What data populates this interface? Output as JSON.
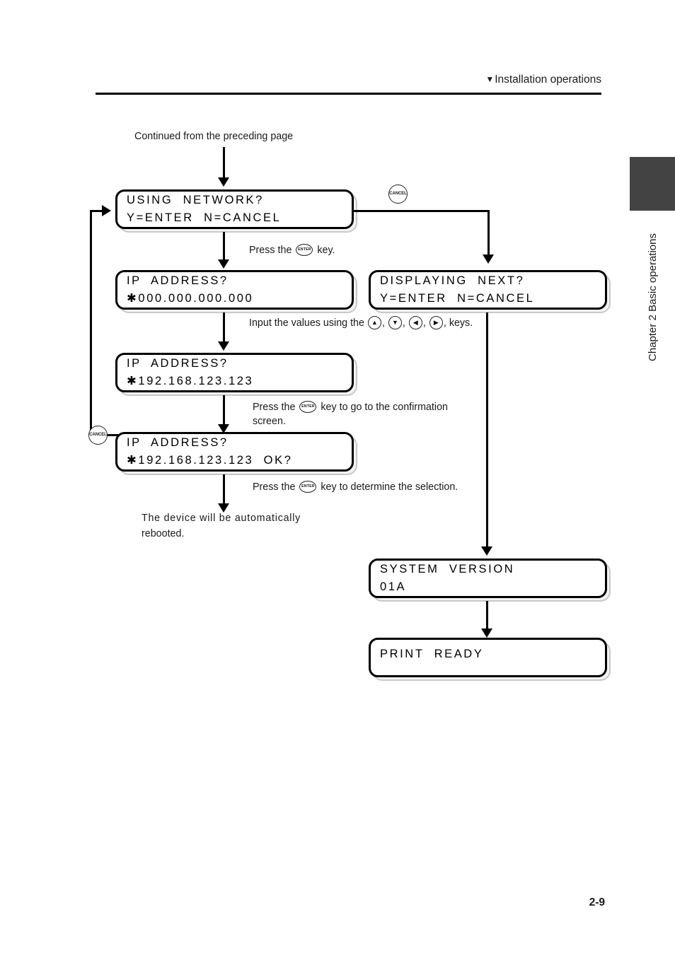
{
  "header": {
    "marker": "▼",
    "title": "Installation operations"
  },
  "chapter_tab": {
    "label": "Chapter 2  Basic operations"
  },
  "footer": {
    "page_number": "2-9"
  },
  "flow": {
    "entry_note": "Continued from the preceding page",
    "screens": [
      {
        "name": "using-network",
        "line1": "USING  NETWORK?",
        "line2": "Y=ENTER  N=CANCEL"
      },
      {
        "name": "ip-address-zero",
        "line1": "IP  ADDRESS?",
        "line2": "✱000.000.000.000"
      },
      {
        "name": "ip-address-entered",
        "line1": "IP  ADDRESS?",
        "line2": "✱192.168.123.123"
      },
      {
        "name": "ip-address-confirm",
        "line1": "IP  ADDRESS?",
        "line2": "✱192.168.123.123  OK?"
      },
      {
        "name": "displaying-next",
        "line1": "DISPLAYING  NEXT?",
        "line2": "Y=ENTER  N=CANCEL"
      },
      {
        "name": "system-version",
        "line1": "SYSTEM  VERSION",
        "line2": "01A"
      },
      {
        "name": "print-ready",
        "line1": "PRINT  READY",
        "line2": ""
      }
    ],
    "annotations": {
      "press_enter_key": {
        "before": "Press the",
        "key": "ENTER",
        "after": "key."
      },
      "input_values": {
        "before": "Input the values using the",
        "keys": [
          "▲",
          "▼",
          "◀",
          "▶"
        ],
        "after": "keys."
      },
      "press_enter_confirmation": {
        "before": "Press the",
        "key": "ENTER",
        "after": "key to go to the confirmation screen."
      },
      "press_enter_determine": {
        "before": "Press the",
        "key": "ENTER",
        "after": "key to determine the selection."
      },
      "reboot_note_line1": "The device will be automatically",
      "reboot_note_line2": "rebooted."
    },
    "cancel_keys": {
      "top_label": "CANCEL",
      "left_label": "CANCEL"
    }
  }
}
